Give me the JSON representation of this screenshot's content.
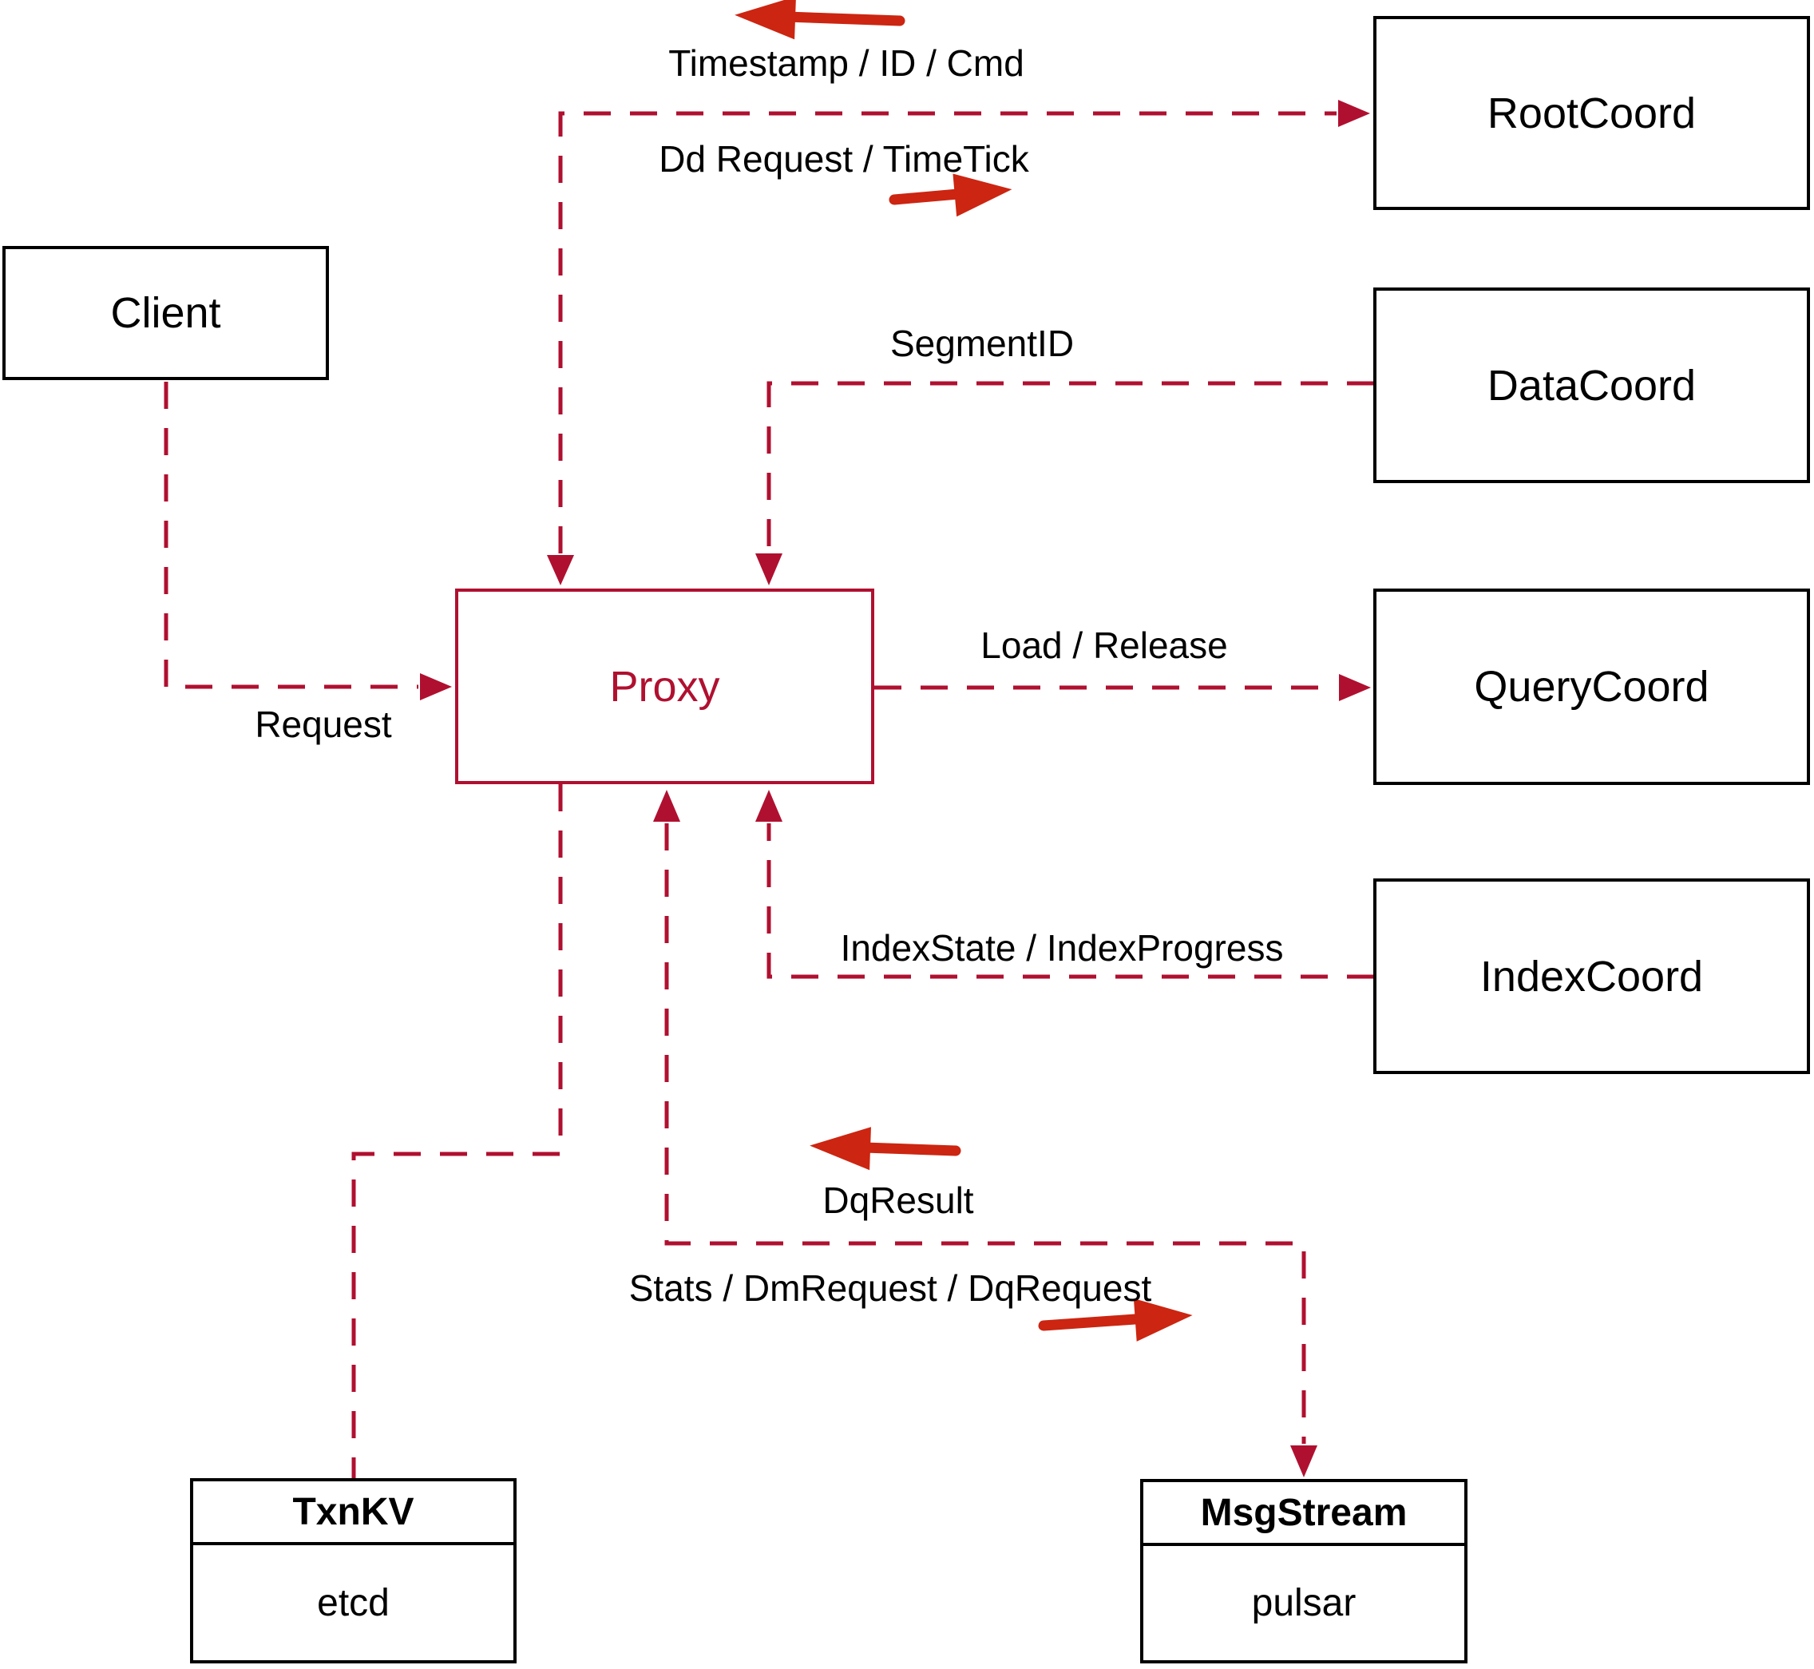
{
  "diagram": {
    "nodes": {
      "client": {
        "label": "Client"
      },
      "root_coord": {
        "label": "RootCoord"
      },
      "data_coord": {
        "label": "DataCoord"
      },
      "query_coord": {
        "label": "QueryCoord"
      },
      "index_coord": {
        "label": "IndexCoord"
      },
      "proxy": {
        "label": "Proxy"
      },
      "txn_kv": {
        "title": "TxnKV",
        "impl": "etcd"
      },
      "msg_stream": {
        "title": "MsgStream",
        "impl": "pulsar"
      }
    },
    "edge_labels": {
      "root_to_proxy": "Timestamp / ID / Cmd",
      "proxy_to_root": "Dd Request / TimeTick",
      "data_to_proxy": "SegmentID",
      "proxy_to_query": "Load / Release",
      "client_to_proxy": "Request",
      "index_to_proxy": "IndexState / IndexProgress",
      "msg_to_proxy": "DqResult",
      "proxy_to_msg": "Stats / DmRequest / DqRequest"
    },
    "colors": {
      "dashed_line": "#b01030",
      "solid_arrow": "#cc2511",
      "box_border": "#000000",
      "proxy_accent": "#b01030"
    }
  }
}
